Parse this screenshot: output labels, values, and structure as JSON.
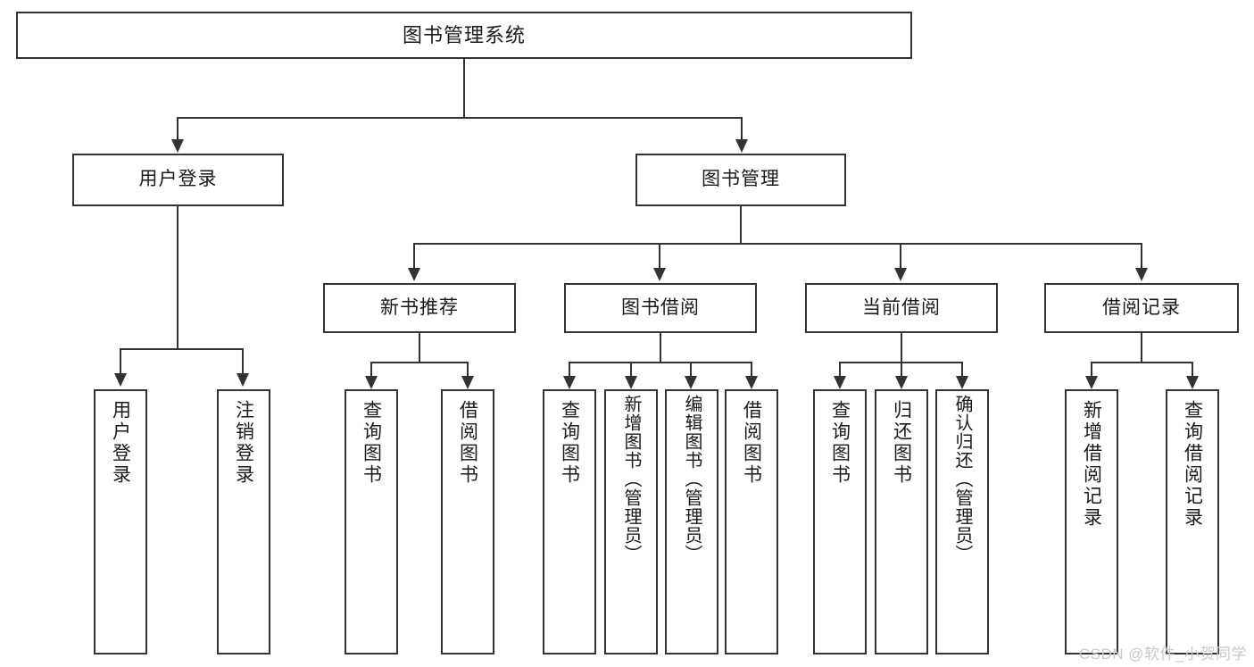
{
  "diagram": {
    "title": "图书管理系统",
    "type": "tree-hierarchy-diagram",
    "watermark": "CSDN @软件_小贺同学",
    "colors": {
      "box_border": "#333333",
      "box_fill": "#ffffff",
      "connector": "#333333",
      "text": "#1a1a1a",
      "watermark": "#c9c9c9",
      "background": "#ffffff"
    }
  },
  "root": {
    "label": "图书管理系统"
  },
  "level2": [
    {
      "label": "用户登录"
    },
    {
      "label": "图书管理"
    }
  ],
  "level3": [
    {
      "label": "新书推荐"
    },
    {
      "label": "图书借阅"
    },
    {
      "label": "当前借阅"
    },
    {
      "label": "借阅记录"
    }
  ],
  "leaves": {
    "user_login": [
      {
        "label": "用户登录"
      },
      {
        "label": "注销登录"
      }
    ],
    "new_book_recommend": [
      {
        "label": "查询图书"
      },
      {
        "label": "借阅图书"
      }
    ],
    "book_borrow": [
      {
        "label": "查询图书"
      },
      {
        "label": "新增图书（管理员）"
      },
      {
        "label": "编辑图书（管理员）"
      },
      {
        "label": "借阅图书"
      }
    ],
    "current_borrow": [
      {
        "label": "查询图书"
      },
      {
        "label": "归还图书"
      },
      {
        "label": "确认归还（管理员）"
      }
    ],
    "borrow_records": [
      {
        "label": "新增借阅记录"
      },
      {
        "label": "查询借阅记录"
      }
    ]
  }
}
